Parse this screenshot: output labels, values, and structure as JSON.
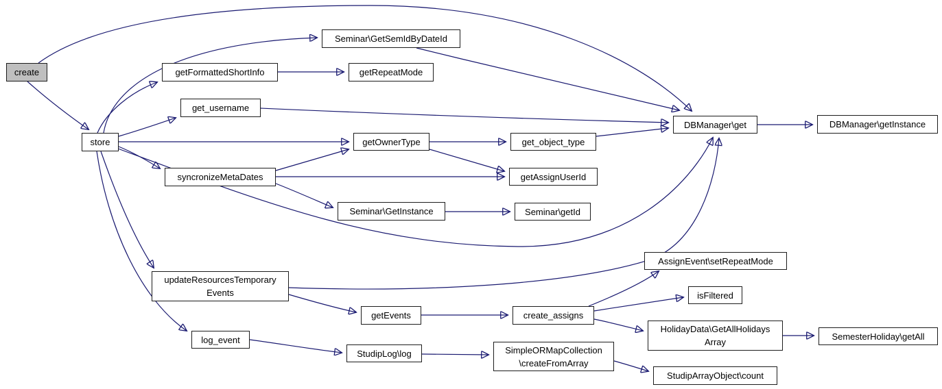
{
  "diagram_type": "call-graph",
  "colors": {
    "edge": "#191970",
    "node_border": "#1c1c1c",
    "node_fill": "#ffffff",
    "highlight_fill": "#bfbfbf",
    "background": "#ffffff"
  },
  "nodes": {
    "create": {
      "label": "create",
      "highlighted": true
    },
    "store": {
      "label": "store",
      "highlighted": false
    },
    "seminar_getsemidbydateid": {
      "label": "Seminar\\GetSemIdByDateId",
      "highlighted": false
    },
    "getformattedshortinfo": {
      "label": "getFormattedShortInfo",
      "highlighted": false
    },
    "getrepeatmode": {
      "label": "getRepeatMode",
      "highlighted": false
    },
    "get_username": {
      "label": "get_username",
      "highlighted": false
    },
    "getownertype": {
      "label": "getOwnerType",
      "highlighted": false
    },
    "get_object_type": {
      "label": "get_object_type",
      "highlighted": false
    },
    "syncronizemetadates": {
      "label": "syncronizeMetaDates",
      "highlighted": false
    },
    "getassignuserid": {
      "label": "getAssignUserId",
      "highlighted": false
    },
    "seminar_getinstance": {
      "label": "Seminar\\GetInstance",
      "highlighted": false
    },
    "seminar_getid": {
      "label": "Seminar\\getId",
      "highlighted": false
    },
    "dbmanager_get": {
      "label": "DBManager\\get",
      "highlighted": false
    },
    "dbmanager_getinstance": {
      "label": "DBManager\\getInstance",
      "highlighted": false
    },
    "updateresourcestemporaryevents": {
      "label": "updateResourcesTemporary\nEvents",
      "highlighted": false
    },
    "assignevent_setrepeatmode": {
      "label": "AssignEvent\\setRepeatMode",
      "highlighted": false
    },
    "isfiltered": {
      "label": "isFiltered",
      "highlighted": false
    },
    "getevents": {
      "label": "getEvents",
      "highlighted": false
    },
    "create_assigns": {
      "label": "create_assigns",
      "highlighted": false
    },
    "holidaydata_getallholidaysarray": {
      "label": "HolidayData\\GetAllHolidays\nArray",
      "highlighted": false
    },
    "semesterholiday_getall": {
      "label": "SemesterHoliday\\getAll",
      "highlighted": false
    },
    "log_event": {
      "label": "log_event",
      "highlighted": false
    },
    "studiplog_log": {
      "label": "StudipLog\\log",
      "highlighted": false
    },
    "simpleormapcollection_createfromarray": {
      "label": "SimpleORMapCollection\n\\createFromArray",
      "highlighted": false
    },
    "studiparrayobject_count": {
      "label": "StudipArrayObject\\count",
      "highlighted": false
    }
  },
  "edges": [
    {
      "from": "create",
      "to": "store"
    },
    {
      "from": "create",
      "to": "dbmanager_get"
    },
    {
      "from": "store",
      "to": "seminar_getsemidbydateid"
    },
    {
      "from": "store",
      "to": "getformattedshortinfo"
    },
    {
      "from": "store",
      "to": "get_username"
    },
    {
      "from": "store",
      "to": "getownertype"
    },
    {
      "from": "store",
      "to": "syncronizemetadates"
    },
    {
      "from": "store",
      "to": "dbmanager_get"
    },
    {
      "from": "store",
      "to": "updateresourcestemporaryevents"
    },
    {
      "from": "store",
      "to": "log_event"
    },
    {
      "from": "getformattedshortinfo",
      "to": "getrepeatmode"
    },
    {
      "from": "get_username",
      "to": "dbmanager_get"
    },
    {
      "from": "getownertype",
      "to": "get_object_type"
    },
    {
      "from": "getownertype",
      "to": "getassignuserid"
    },
    {
      "from": "syncronizemetadates",
      "to": "getownertype"
    },
    {
      "from": "syncronizemetadates",
      "to": "getassignuserid"
    },
    {
      "from": "syncronizemetadates",
      "to": "seminar_getinstance"
    },
    {
      "from": "seminar_getinstance",
      "to": "seminar_getid"
    },
    {
      "from": "get_object_type",
      "to": "dbmanager_get"
    },
    {
      "from": "seminar_getsemidbydateid",
      "to": "dbmanager_get"
    },
    {
      "from": "dbmanager_get",
      "to": "dbmanager_getinstance"
    },
    {
      "from": "updateresourcestemporaryevents",
      "to": "getevents"
    },
    {
      "from": "updateresourcestemporaryevents",
      "to": "dbmanager_get"
    },
    {
      "from": "getevents",
      "to": "create_assigns"
    },
    {
      "from": "create_assigns",
      "to": "assignevent_setrepeatmode"
    },
    {
      "from": "create_assigns",
      "to": "isfiltered"
    },
    {
      "from": "create_assigns",
      "to": "holidaydata_getallholidaysarray"
    },
    {
      "from": "holidaydata_getallholidaysarray",
      "to": "semesterholiday_getall"
    },
    {
      "from": "log_event",
      "to": "studiplog_log"
    },
    {
      "from": "studiplog_log",
      "to": "simpleormapcollection_createfromarray"
    },
    {
      "from": "simpleormapcollection_createfromarray",
      "to": "studiparrayobject_count"
    }
  ]
}
